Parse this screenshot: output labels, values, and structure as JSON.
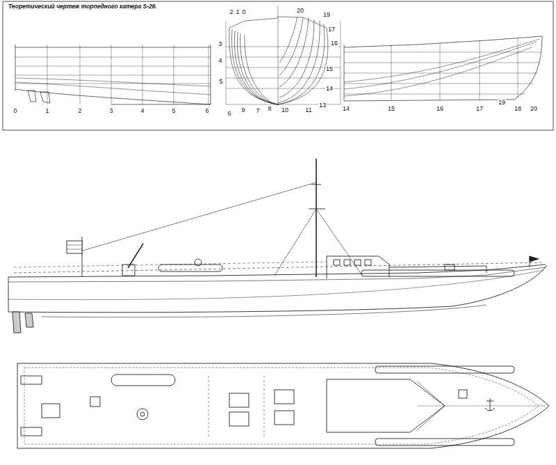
{
  "diagram": {
    "title": "Теоретический чертеж торпедного катера S-26.",
    "labels": [
      "0",
      "1",
      "2",
      "3",
      "4",
      "5",
      "6",
      "2",
      "1",
      "0",
      "3",
      "4",
      "5",
      "6",
      "9",
      "7",
      "8",
      "10",
      "11",
      "13",
      "14",
      "15",
      "16",
      "17",
      "19",
      "20",
      "14",
      "15",
      "16",
      "17",
      "18",
      "19",
      "20"
    ]
  }
}
